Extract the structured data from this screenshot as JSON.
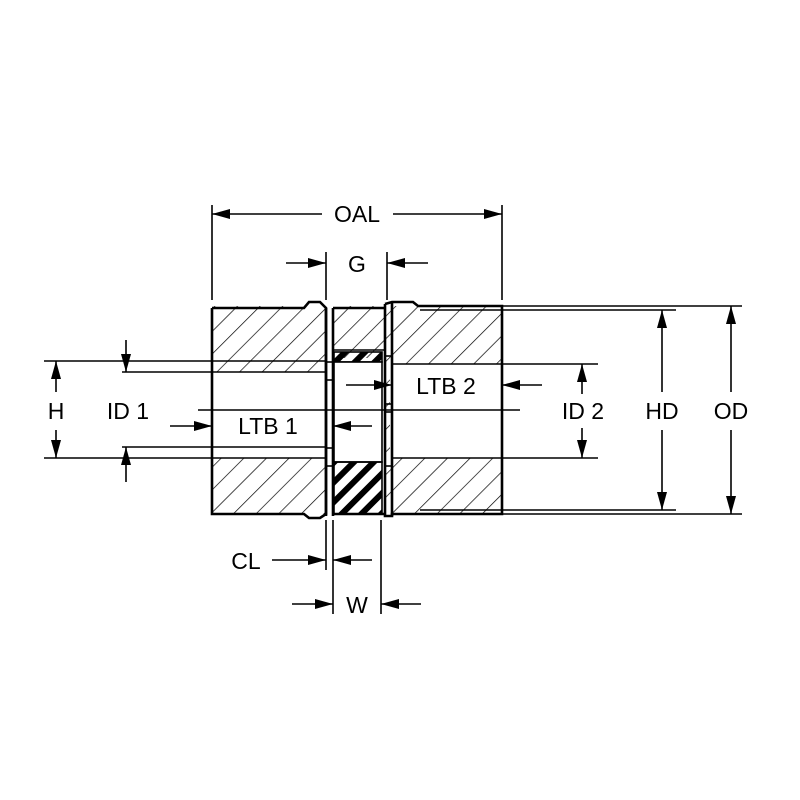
{
  "labels": {
    "oal": "OAL",
    "g": "G",
    "h": "H",
    "id1": "ID 1",
    "ltb1": "LTB 1",
    "ltb2": "LTB 2",
    "id2": "ID 2",
    "hd": "HD",
    "od": "OD",
    "cl": "CL",
    "w": "W"
  }
}
